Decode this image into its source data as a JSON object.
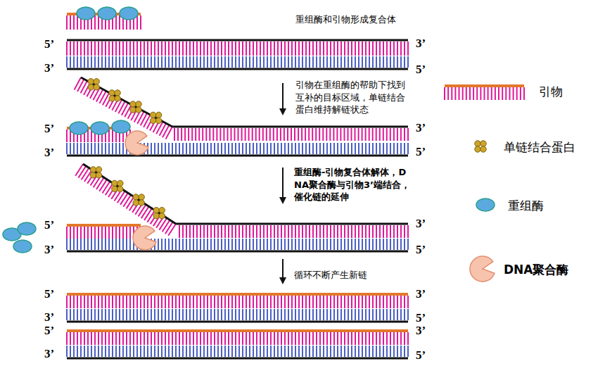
{
  "diagram": {
    "labels": [
      "重组酶和引物形成复合体",
      "5’",
      "3’",
      "3’",
      "5’",
      "引物在重组酶的帮助下找到互补的目标区域，单链结合蛋白维持解链状态",
      "5’",
      "3’",
      "3’",
      "5’",
      "重组酶-引物复合体解体，DNA聚合酶与引物3’端结合，催化链的延伸",
      "5’",
      "3’",
      "3’",
      "5’",
      "循环不断产生新链",
      "5’",
      "3’",
      "3’",
      "5’",
      "5’",
      "3’",
      "3’",
      "5’"
    ],
    "legend": [
      {
        "text": "引物"
      },
      {
        "text": "单链结合蛋白"
      },
      {
        "text": "重组酶"
      },
      {
        "text": "DNA聚合酶"
      }
    ]
  }
}
